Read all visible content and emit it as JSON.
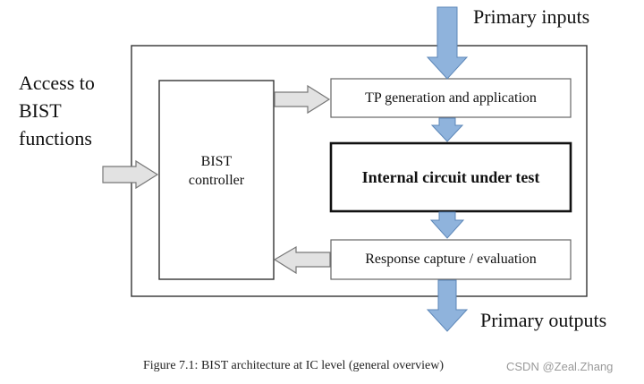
{
  "diagram": {
    "side_label_lines": [
      "Access to",
      "BIST",
      "functions"
    ],
    "primary_inputs_label": "Primary inputs",
    "primary_outputs_label": "Primary outputs",
    "controller_lines": [
      "BIST",
      "controller"
    ],
    "tp_generation_label": "TP generation and application",
    "circuit_under_test_label": "Internal circuit under test",
    "response_label": "Response capture / evaluation",
    "caption": "Figure 7.1: BIST architecture at IC level (general overview)",
    "watermark": "CSDN @Zeal.Zhang"
  },
  "colors": {
    "io_arrow_fill": "#8fb3dc",
    "io_arrow_stroke": "#5d87b8",
    "gray_arrow_fill": "#e2e2e2",
    "gray_arrow_stroke": "#777777",
    "box_stroke": "#222222"
  }
}
